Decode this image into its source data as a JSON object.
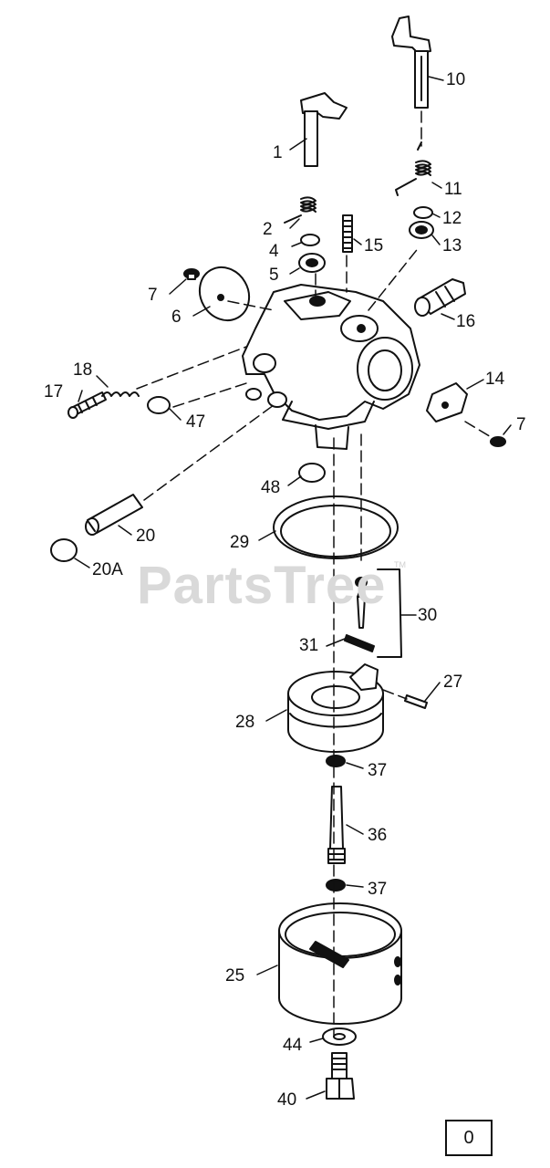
{
  "watermark": {
    "text": "PartsTree",
    "tm": "TM"
  },
  "page_indicator": "0",
  "callouts": {
    "c1": "1",
    "c2": "2",
    "c4": "4",
    "c5": "5",
    "c6": "6",
    "c7a": "7",
    "c7b": "7",
    "c10": "10",
    "c11": "11",
    "c12": "12",
    "c13": "13",
    "c14": "14",
    "c15": "15",
    "c16": "16",
    "c17": "17",
    "c18": "18",
    "c20": "20",
    "c20A": "20A",
    "c25": "25",
    "c27": "27",
    "c28": "28",
    "c29": "29",
    "c30": "30",
    "c31": "31",
    "c36": "36",
    "c37a": "37",
    "c37b": "37",
    "c40": "40",
    "c44": "44",
    "c47": "47",
    "c48": "48"
  }
}
